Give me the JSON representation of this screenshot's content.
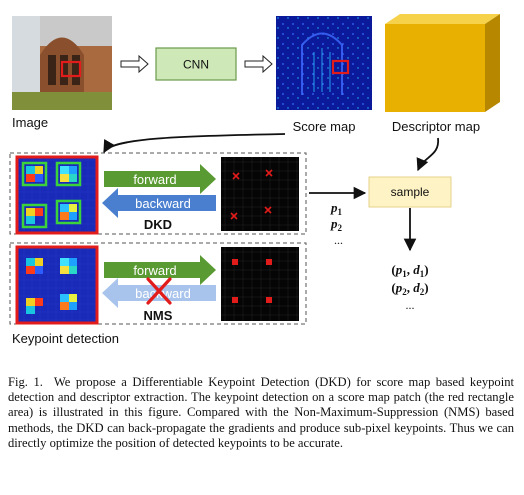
{
  "labels": {
    "image": "Image",
    "score_map": "Score map",
    "descriptor_map": "Descriptor map",
    "cnn": "CNN",
    "keypoint_detection": "Keypoint detection",
    "sample": "sample",
    "ellipsis": "..."
  },
  "dkd_panel": {
    "forward": "forward",
    "backward": "backward",
    "method": "DKD"
  },
  "nms_panel": {
    "forward": "forward",
    "backward": "backward",
    "method": "NMS"
  },
  "points": {
    "p1": "p",
    "p1_sub": "1",
    "p2": "p",
    "p2_sub": "2"
  },
  "pairs": {
    "pair1": {
      "p": "p",
      "ps": "1",
      "d": "d",
      "ds": "1"
    },
    "pair2": {
      "p": "p",
      "ps": "2",
      "d": "d",
      "ds": "2"
    }
  },
  "caption": {
    "label": "Fig. 1.",
    "text": "We propose a Differentiable Keypoint Detection (DKD) for score map based keypoint detection and descriptor extraction. The keypoint detection on a score map patch (the red rectangle area) is illustrated in this figure. Compared with the Non-Maximum-Suppression (NMS) based methods, the DKD can back-propagate the gradients and produce sub-pixel keypoints. Thus we can directly optimize the position of detected keypoints to be accurate."
  },
  "colors": {
    "cnn_fill": "#cfe8b8",
    "cnn_border": "#6a9a4a",
    "descriptor_front": "#e8b000",
    "descriptor_top": "#f5d24a",
    "descriptor_side": "#b88700",
    "sample_fill": "#fdf3c4",
    "sample_border": "#e6d08a",
    "forward_arrow": "#5a9a32",
    "backward_arrow": "#4a7fd0",
    "backward_faded": "#a9c4ec",
    "red": "#e21b1b",
    "heatmap_bg": "#1a2ab8",
    "green_box": "#3cd23c"
  },
  "icons": [
    "image-thumbnail",
    "score-map-thumbnail",
    "descriptor-cube",
    "red-x-mark"
  ]
}
